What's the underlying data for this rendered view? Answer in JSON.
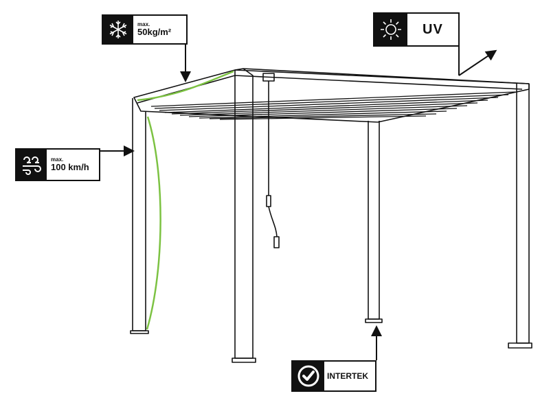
{
  "labels": {
    "snow": {
      "caption": "max.",
      "value": "50kg/m²",
      "icon": "snowflake-icon"
    },
    "wind": {
      "caption": "max.",
      "value": "100 km/h",
      "icon": "wind-icon"
    },
    "uv": {
      "value": "UV",
      "icon": "sun-icon"
    },
    "cert": {
      "value": "INTERTEK",
      "icon": "checkmark-icon"
    }
  },
  "colors": {
    "line": "#111111",
    "highlight": "#7cc242",
    "badge_bg": "#111111"
  }
}
